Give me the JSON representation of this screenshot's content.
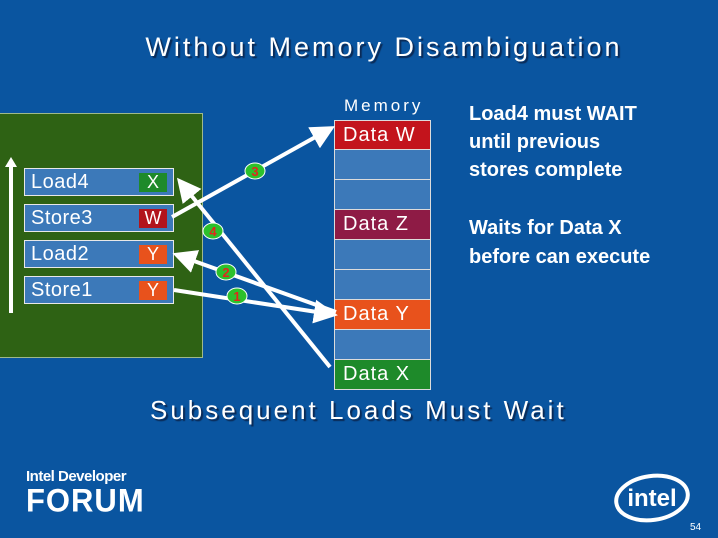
{
  "title": "Without Memory Disambiguation",
  "subtitle": "Subsequent Loads Must Wait",
  "instructions": [
    {
      "label": "Load4",
      "operand": "X",
      "color": "#1e8a2a"
    },
    {
      "label": "Store3",
      "operand": "W",
      "color": "#b2141c"
    },
    {
      "label": "Load2",
      "operand": "Y",
      "color": "#e8521c"
    },
    {
      "label": "Store1",
      "operand": "Y",
      "color": "#e8521c"
    }
  ],
  "memory": {
    "title": "Memory",
    "cells": [
      "Data W",
      "",
      "",
      "Data Z",
      "",
      "",
      "Data Y",
      "",
      "Data X"
    ]
  },
  "steps": [
    "1",
    "2",
    "3",
    "4"
  ],
  "notes": {
    "line1": "Load4 must WAIT",
    "line2": "until previous",
    "line3": "stores complete",
    "line4": "Waits for Data X",
    "line5": "before can execute"
  },
  "footer": {
    "forum_line1": "Intel Developer",
    "forum_line2": "FORUM",
    "logo_text": "intel",
    "page_number": "54"
  },
  "colors": {
    "background": "#0a55a0",
    "panel": "#2e6214",
    "cell": "#3c79b9",
    "step_badge": "#2cc12c",
    "step_text": "#e0281c"
  }
}
